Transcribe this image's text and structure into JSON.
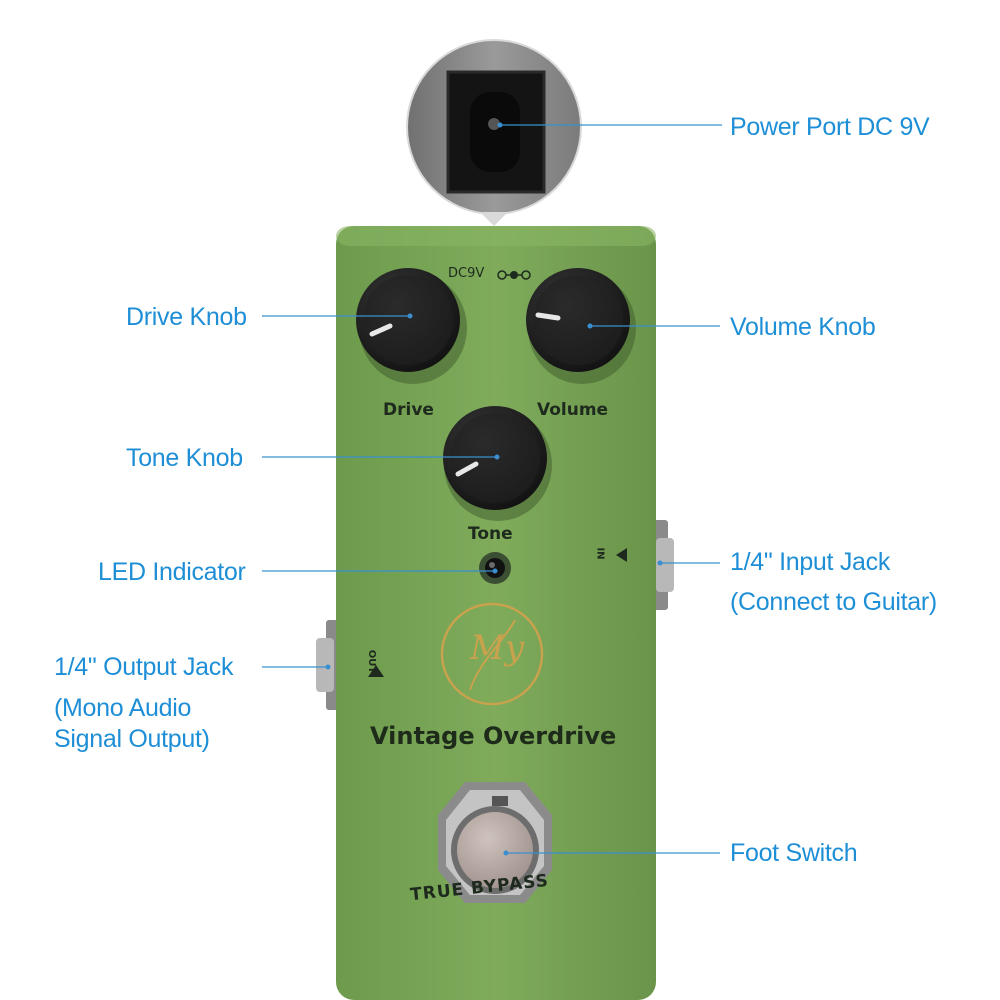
{
  "colors": {
    "accent_text": "#1e8fd6",
    "leader_line": "#3a8fd0",
    "pedal_body": "#79a457",
    "knob": "#1c1c1c",
    "footswitch": "#b7a8a2"
  },
  "pedal": {
    "power_label": "DC9V",
    "drive_label": "Drive",
    "volume_label": "Volume",
    "tone_label": "Tone",
    "input_label": "IN",
    "output_label": "OUT",
    "logo_text": "My",
    "model_name": "Vintage Overdrive",
    "bypass_text": "TRUE BYPASS"
  },
  "callouts": {
    "power": "Power Port DC 9V",
    "drive": "Drive Knob",
    "volume": "Volume Knob",
    "tone": "Tone Knob",
    "led": "LED Indicator",
    "input_line1": "1/4\" Input Jack",
    "input_line2": "(Connect to Guitar)",
    "output_line1": "1/4\" Output Jack",
    "output_line2": "(Mono Audio",
    "output_line3": "Signal Output)",
    "footswitch": "Foot Switch"
  },
  "icons": {
    "power_polarity": "polarity-icon",
    "input_arrow": "arrow-left-icon",
    "output_arrow": "arrow-left-icon"
  }
}
